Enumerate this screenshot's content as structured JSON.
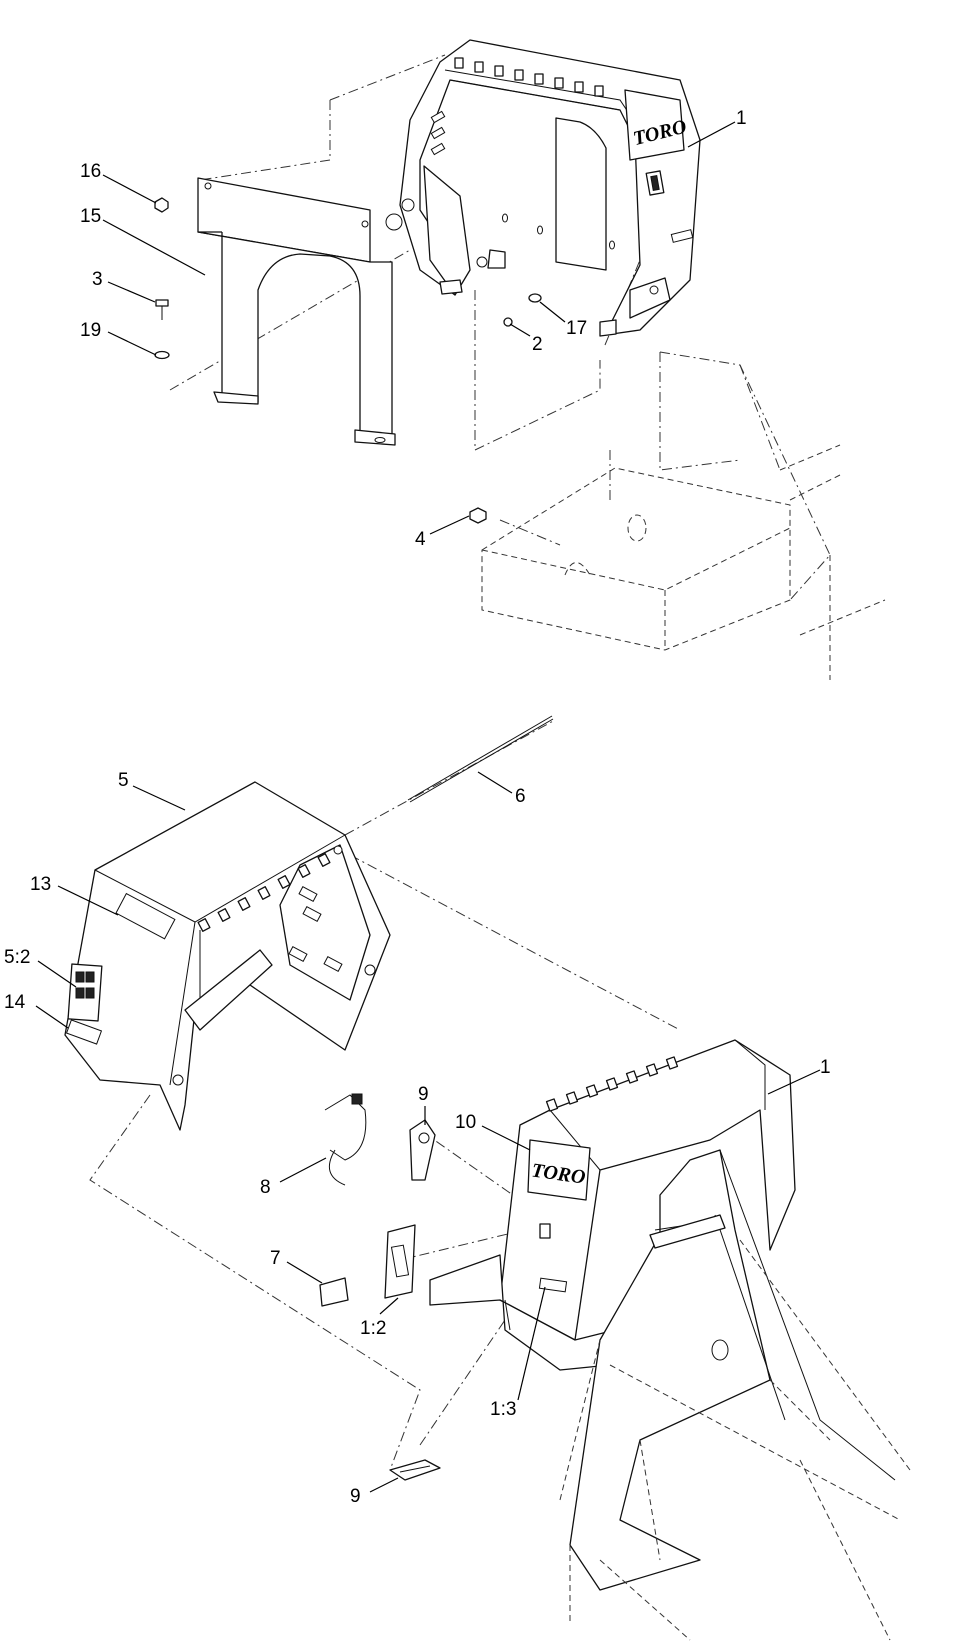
{
  "callouts": {
    "c1_top": "1",
    "c16": "16",
    "c15": "15",
    "c3": "3",
    "c19": "19",
    "c2": "2",
    "c17": "17",
    "c4": "4",
    "c6": "6",
    "c5": "5",
    "c13": "13",
    "c5_2": "5:2",
    "c14": "14",
    "c1_bottom": "1",
    "c9_top": "9",
    "c10": "10",
    "c8": "8",
    "c7": "7",
    "c1_2": "1:2",
    "c1_3": "1:3",
    "c9_bottom": "9"
  },
  "logos": {
    "top": "TORO",
    "bottom": "TORO"
  },
  "colors": {
    "line": "#111111",
    "background": "#ffffff"
  }
}
